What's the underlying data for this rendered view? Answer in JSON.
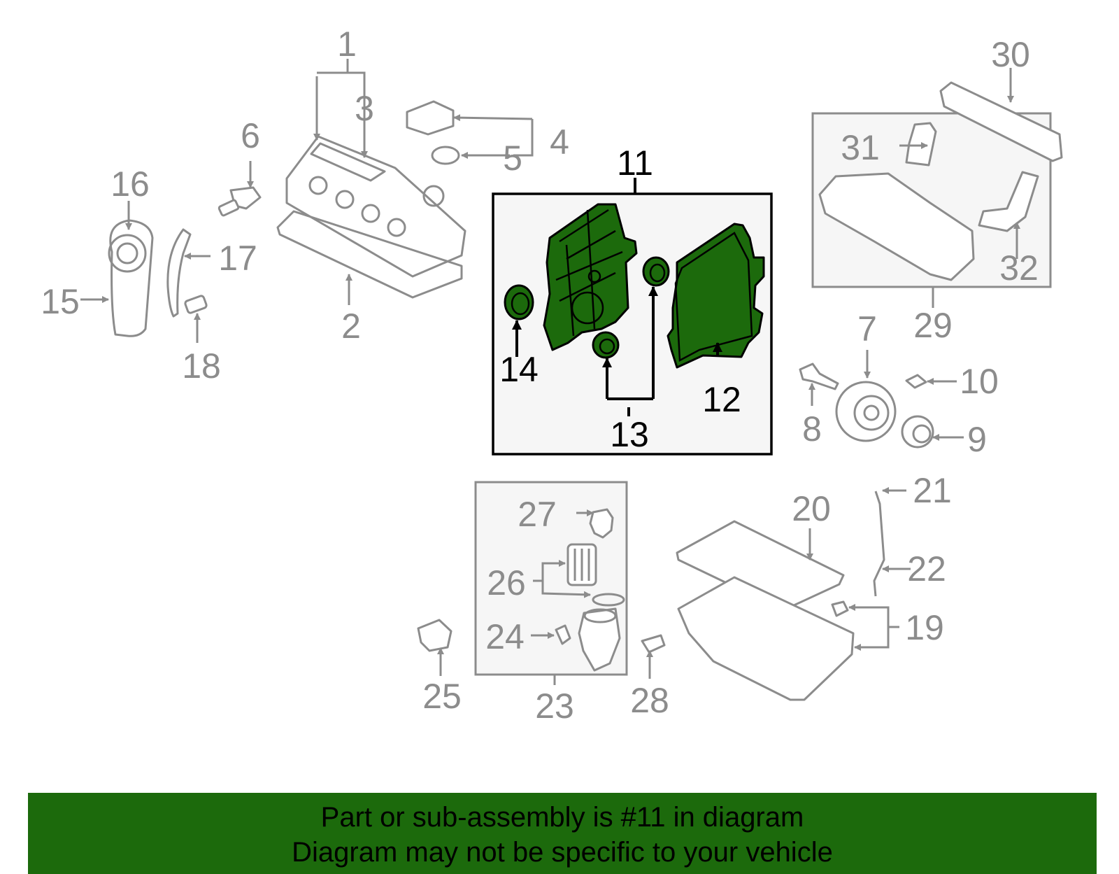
{
  "colors": {
    "highlight_green": "#1c6a0c",
    "part_gray": "#8c8c8c",
    "box_fill": "#f6f6f6",
    "banner_green": "#1c6a0c"
  },
  "callouts": {
    "c1": "1",
    "c2": "2",
    "c3": "3",
    "c4": "4",
    "c5": "5",
    "c6": "6",
    "c7": "7",
    "c8": "8",
    "c9": "9",
    "c10": "10",
    "c11": "11",
    "c12": "12",
    "c13": "13",
    "c14": "14",
    "c15": "15",
    "c16": "16",
    "c17": "17",
    "c18": "18",
    "c19": "19",
    "c20": "20",
    "c21": "21",
    "c22": "22",
    "c23": "23",
    "c24": "24",
    "c25": "25",
    "c26": "26",
    "c27": "27",
    "c28": "28",
    "c29": "29",
    "c30": "30",
    "c31": "31",
    "c32": "32"
  },
  "banner": {
    "line1": "Part or sub-assembly is #11 in diagram",
    "line2": "Diagram may not be specific to your vehicle"
  }
}
